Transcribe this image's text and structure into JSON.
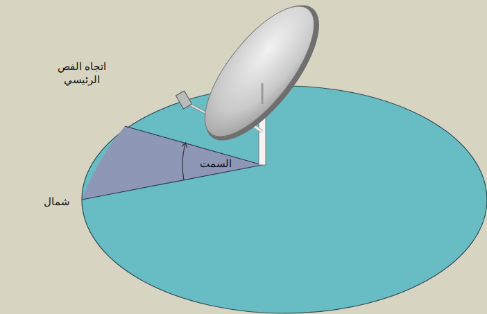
{
  "diagram": {
    "labels": [
      "اتجاه الفص الرئيسي",
      "السمت",
      "شمال"
    ]
  }
}
